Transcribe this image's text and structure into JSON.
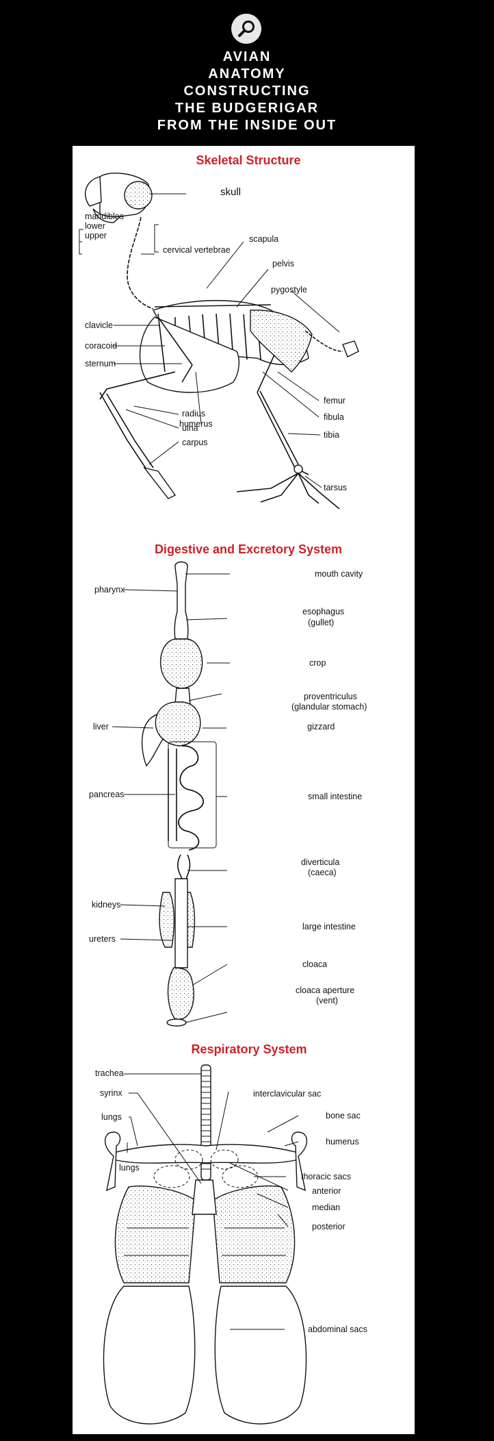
{
  "header": {
    "title_lines": [
      "AVIAN",
      "ANATOMY",
      "CONSTRUCTING",
      "THE BUDGERIGAR",
      "FROM THE INSIDE OUT"
    ]
  },
  "skeletal": {
    "title": "Skeletal Structure",
    "labels": {
      "skull": "skull",
      "mandibles": "mandibles",
      "lower": "lower",
      "upper": "upper",
      "cervical": "cervical vertebrae",
      "scapula": "scapula",
      "pelvis": "pelvis",
      "pygostyle": "pygostyle",
      "clavicle": "clavicle",
      "coracoid": "coracoid",
      "sternum": "sternum",
      "radius": "radius",
      "ulna": "ulna",
      "carpus": "carpus",
      "humerus": "humerus",
      "femur": "femur",
      "fibula": "fibula",
      "tibia": "tibia",
      "tarsus": "tarsus"
    }
  },
  "digestive": {
    "title": "Digestive and Excretory System",
    "labels": {
      "mouth_cavity": "mouth cavity",
      "pharynx": "pharynx",
      "esophagus": "esophagus",
      "esophagus_alt": "(gullet)",
      "crop": "crop",
      "proventriculus": "proventriculus",
      "proventriculus_alt": "(glandular stomach)",
      "liver": "liver",
      "gizzard": "gizzard",
      "pancreas": "pancreas",
      "small_intestine": "small intestine",
      "diverticula": "diverticula",
      "diverticula_alt": "(caeca)",
      "kidneys": "kidneys",
      "large_intestine": "large intestine",
      "ureters": "ureters",
      "cloaca": "cloaca",
      "cloaca_aperture": "cloaca aperture",
      "cloaca_aperture_alt": "(vent)"
    }
  },
  "respiratory": {
    "title": "Respiratory System",
    "labels": {
      "trachea": "trachea",
      "syrinx": "syrinx",
      "lungs_top": "lungs",
      "lungs_side": "lungs",
      "interclavicular": "interclavicular sac",
      "bone_sac": "bone sac",
      "humerus": "humerus",
      "thoracic": "thoracic sacs",
      "anterior": "anterior",
      "median": "median",
      "posterior": "posterior",
      "abdominal": "abdominal sacs"
    }
  },
  "colors": {
    "background": "#000000",
    "panel": "#ffffff",
    "section_title": "#d0202a"
  }
}
